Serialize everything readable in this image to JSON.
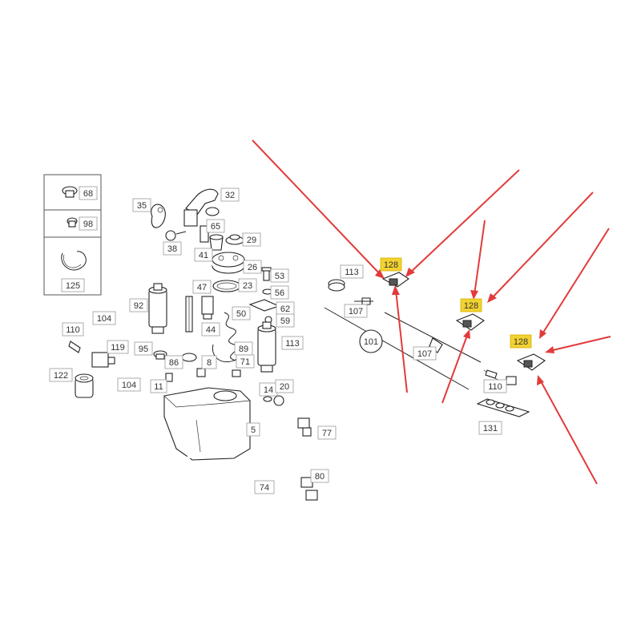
{
  "callouts": [
    "68",
    "98",
    "125",
    "35",
    "32",
    "65",
    "29",
    "38",
    "41",
    "26",
    "53",
    "23",
    "56",
    "47",
    "62",
    "92",
    "50",
    "59",
    "44",
    "104",
    "110",
    "119",
    "95",
    "89",
    "113",
    "8",
    "71",
    "86",
    "122",
    "104",
    "11",
    "14",
    "20",
    "5",
    "77",
    "74",
    "80",
    "113",
    "107",
    "107",
    "110",
    "131",
    "128",
    "128",
    "128",
    "101"
  ],
  "highlight_color": "#f2d230",
  "arrow_color": "#e23b3b"
}
